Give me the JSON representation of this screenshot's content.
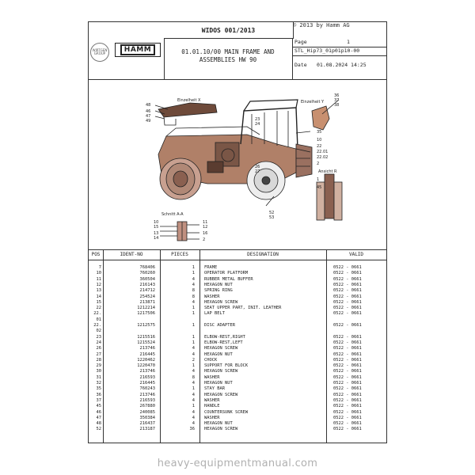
{
  "copyright": "© 2013 by Hamm AG",
  "brand": {
    "wirtgen": "WIRTGEN GROUP",
    "hamm": "HAMM"
  },
  "doc_title": "WIDOS 001/2013",
  "section": {
    "line1": "01.01.10/00 MAIN FRAME AND",
    "line2": "ASSEMBLIES   HW 90"
  },
  "meta": {
    "page_label": "Page",
    "page_value": "1",
    "code": "STL_Hip73_01p01p10-00",
    "date_label": "Date",
    "date_value": "01.08.2024  14:25"
  },
  "drawing_labels": {
    "einzelheit_x": "Einzelheit X",
    "einzelheit_y": "Einzelheit Y",
    "ansicht_r": "Ansicht R",
    "schnitt_aa": "Schnitt A-A",
    "callouts": {
      "c48": "48",
      "c46": "46",
      "c47": "47",
      "c49": "49",
      "c23": "23",
      "c24": "24",
      "c36": "36",
      "c37": "37",
      "c38": "38",
      "c35": "35",
      "c10": "10",
      "c22": "22",
      "c2201": "22.01",
      "c2202": "22.02",
      "c26": "26",
      "c27": "27",
      "c2": "2",
      "c1": "1",
      "c45": "45",
      "c52": "52",
      "c53": "53",
      "c15": "15",
      "c11": "11",
      "c12": "12",
      "c13": "13",
      "c14": "14",
      "c16": "16",
      "c2b": "2",
      "c10b": "10"
    }
  },
  "table": {
    "headers": {
      "pos": "POS",
      "ident": "IDENT-NO",
      "pieces": "PIECES",
      "designation": "DESIGNATION",
      "valid": "VALID"
    },
    "rows": [
      {
        "pos": "7",
        "ident": "768406",
        "pieces": "1",
        "designation": "FRAME",
        "valid": "0522 - 0661"
      },
      {
        "pos": "10",
        "ident": "760260",
        "pieces": "1",
        "designation": "OPERATOR PLATFORM",
        "valid": "0522 - 0661"
      },
      {
        "pos": "11",
        "ident": "360504",
        "pieces": "4",
        "designation": "RUBBER METAL BUFFER",
        "valid": "0522 - 0661"
      },
      {
        "pos": "12",
        "ident": "216143",
        "pieces": "4",
        "designation": "HEXAGON NUT",
        "valid": "0522 - 0661"
      },
      {
        "pos": "13",
        "ident": "214712",
        "pieces": "8",
        "designation": "SPRING RING",
        "valid": "0522 - 0661"
      },
      {
        "pos": "14",
        "ident": "254524",
        "pieces": "8",
        "designation": "WASHER",
        "valid": "0522 - 0661"
      },
      {
        "pos": "15",
        "ident": "213871",
        "pieces": "4",
        "designation": "HEXAGON SCREW",
        "valid": "0522 - 0661"
      },
      {
        "pos": "22",
        "ident": "1212214",
        "pieces": "1",
        "designation": "SEAT UPPER PART, INIT. LEATHER",
        "valid": "0522 - 0661"
      },
      {
        "pos": "22.",
        "ident": "1217506",
        "pieces": "1",
        "designation": "LAP BELT",
        "valid": "0522 - 0661"
      },
      {
        "pos": "01",
        "ident": "",
        "pieces": "",
        "designation": "",
        "valid": ""
      },
      {
        "pos": "22.",
        "ident": "1212575",
        "pieces": "1",
        "designation": "DISC ADAPTER",
        "valid": "0522 - 0661"
      },
      {
        "pos": "02",
        "ident": "",
        "pieces": "",
        "designation": "",
        "valid": ""
      },
      {
        "pos": "23",
        "ident": "1215516",
        "pieces": "1",
        "designation": "ELBOW-REST,RIGHT",
        "valid": "0522 - 0661"
      },
      {
        "pos": "24",
        "ident": "1215524",
        "pieces": "1",
        "designation": "ELBOW-REST,LEFT",
        "valid": "0522 - 0661"
      },
      {
        "pos": "26",
        "ident": "213746",
        "pieces": "4",
        "designation": "HEXAGON SCREW",
        "valid": "0522 - 0661"
      },
      {
        "pos": "27",
        "ident": "216445",
        "pieces": "4",
        "designation": "HEXAGON NUT",
        "valid": "0522 - 0661"
      },
      {
        "pos": "28",
        "ident": "1220462",
        "pieces": "2",
        "designation": "CHOCK",
        "valid": "0522 - 0661"
      },
      {
        "pos": "29",
        "ident": "1220470",
        "pieces": "1",
        "designation": "SUPPORT FOR BLOCK",
        "valid": "0522 - 0661"
      },
      {
        "pos": "30",
        "ident": "213746",
        "pieces": "4",
        "designation": "HEXAGON SCREW",
        "valid": "0522 - 0661"
      },
      {
        "pos": "31",
        "ident": "216593",
        "pieces": "8",
        "designation": "WASHER",
        "valid": "0522 - 0661"
      },
      {
        "pos": "32",
        "ident": "216445",
        "pieces": "4",
        "designation": "HEXAGON NUT",
        "valid": "0522 - 0661"
      },
      {
        "pos": "35",
        "ident": "760243",
        "pieces": "1",
        "designation": "STAY BAR",
        "valid": "0522 - 0661"
      },
      {
        "pos": "36",
        "ident": "213746",
        "pieces": "4",
        "designation": "HEXAGON SCREW",
        "valid": "0522 - 0661"
      },
      {
        "pos": "37",
        "ident": "216593",
        "pieces": "4",
        "designation": "WASHER",
        "valid": "0522 - 0661"
      },
      {
        "pos": "45",
        "ident": "267880",
        "pieces": "1",
        "designation": "HANDLE",
        "valid": "0522 - 0661"
      },
      {
        "pos": "46",
        "ident": "240085",
        "pieces": "4",
        "designation": "COUNTERSUNK SCREW",
        "valid": "0522 - 0661"
      },
      {
        "pos": "47",
        "ident": "350384",
        "pieces": "4",
        "designation": "WASHER",
        "valid": "0522 - 0661"
      },
      {
        "pos": "48",
        "ident": "216437",
        "pieces": "4",
        "designation": "HEXAGON NUT",
        "valid": "0522 - 0661"
      },
      {
        "pos": "52",
        "ident": "213187",
        "pieces": "36",
        "designation": "HEXAGON SCREW",
        "valid": "0522 - 0661"
      }
    ]
  },
  "footer": "heavy-equipmentmanual.com"
}
